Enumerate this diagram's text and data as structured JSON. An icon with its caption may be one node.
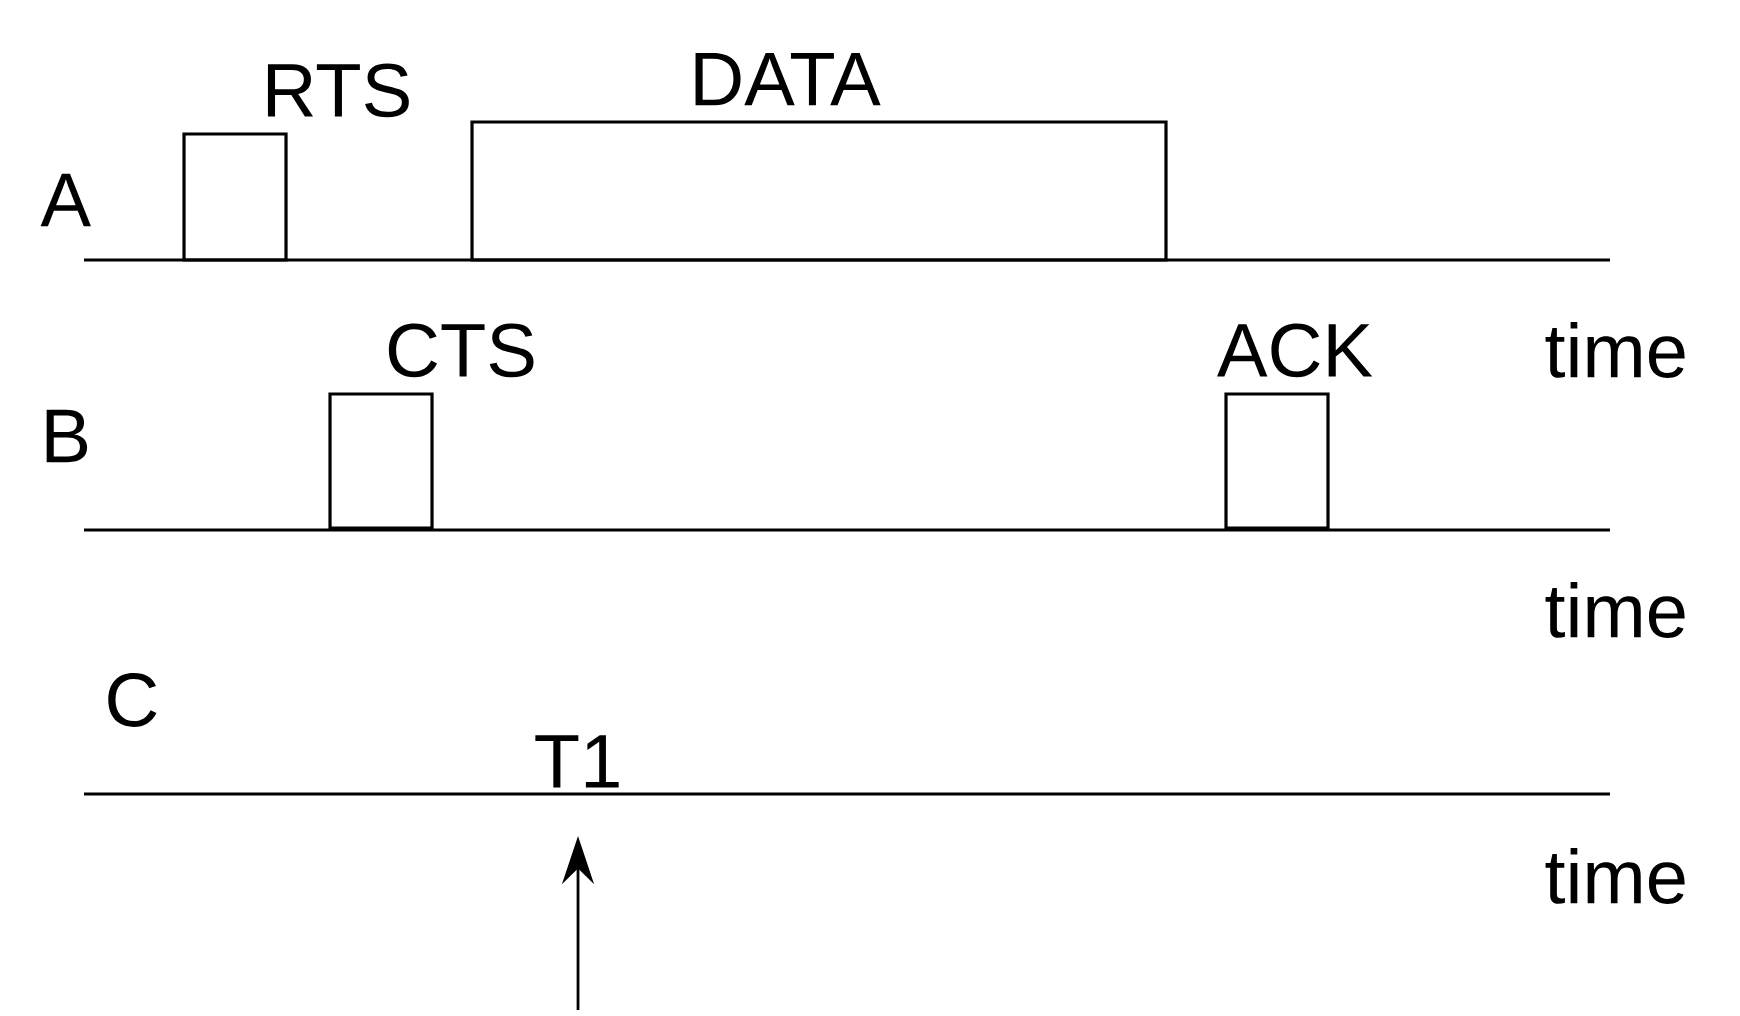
{
  "diagram": {
    "nodes": [
      {
        "text": [
          "RTS"
        ]
      },
      {
        "text": [
          "DATA"
        ]
      },
      {
        "text": [
          "CTS"
        ]
      },
      {
        "text": [
          "ACK"
        ]
      },
      {
        "text": [
          "T1"
        ]
      }
    ],
    "edges": [
      {
        "from": null,
        "to": 4,
        "arrow": "to"
      }
    ],
    "labels": [
      "A",
      "time",
      "B",
      "time",
      "C",
      "time"
    ]
  }
}
